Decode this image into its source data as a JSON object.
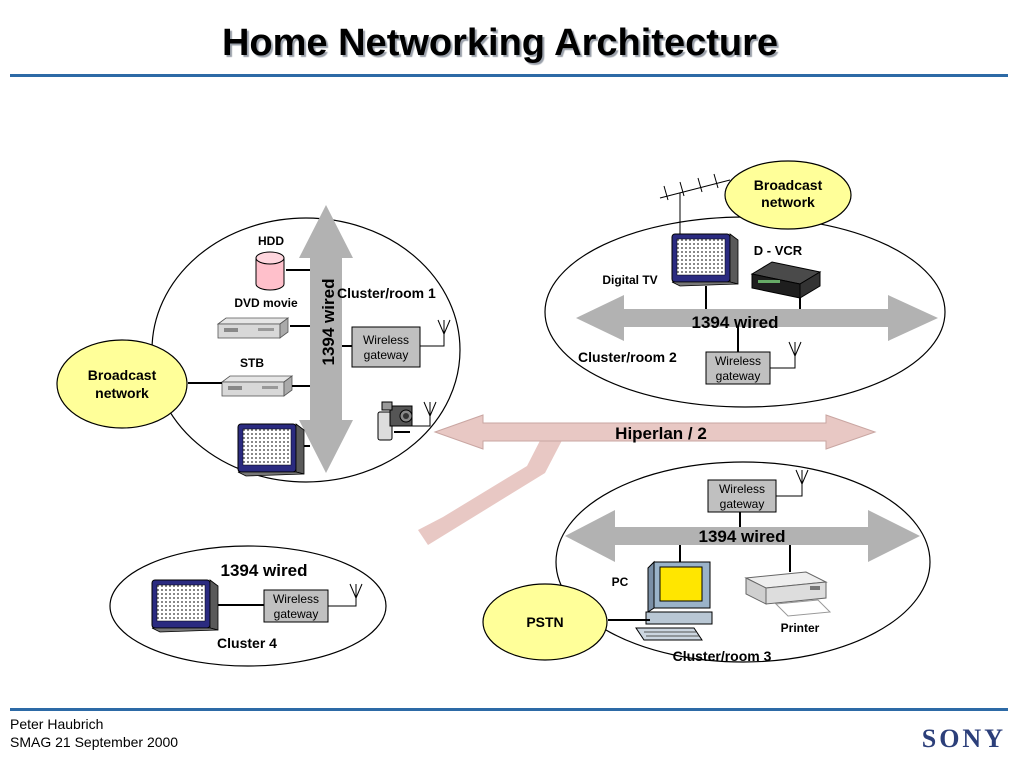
{
  "title": "Home Networking Architecture",
  "footer": {
    "author": "Peter Haubrich",
    "date_line": "SMAG 21 September 2000",
    "logo": "SONY"
  },
  "colors": {
    "accent_rule": "#2d6aa6",
    "callout_fill": "#ffff99",
    "bus_gray": "#b2b2b2",
    "hiperlan_pink": "#e8c8c4",
    "gateway_box": "#c0c0c0"
  },
  "cluster1": {
    "bus_label": "1394 wired",
    "name": "Cluster/room 1",
    "hdd": "HDD",
    "dvd": "DVD movie",
    "stb": "STB",
    "gateway_line1": "Wireless",
    "gateway_line2": "gateway",
    "broadcast_line1": "Broadcast",
    "broadcast_line2": "network"
  },
  "cluster2": {
    "broadcast_line1": "Broadcast",
    "broadcast_line2": "network",
    "vcr": "D - VCR",
    "tv": "Digital TV",
    "bus_label": "1394 wired",
    "name": "Cluster/room 2",
    "gateway_line1": "Wireless",
    "gateway_line2": "gateway"
  },
  "hiperlan": {
    "label": "Hiperlan / 2"
  },
  "cluster3": {
    "gateway_line1": "Wireless",
    "gateway_line2": "gateway",
    "bus_label": "1394 wired",
    "pc": "PC",
    "pstn": "PSTN",
    "printer": "Printer",
    "name": "Cluster/room 3"
  },
  "cluster4": {
    "bus_label": "1394 wired",
    "gateway_line1": "Wireless",
    "gateway_line2": "gateway",
    "name": "Cluster 4"
  }
}
